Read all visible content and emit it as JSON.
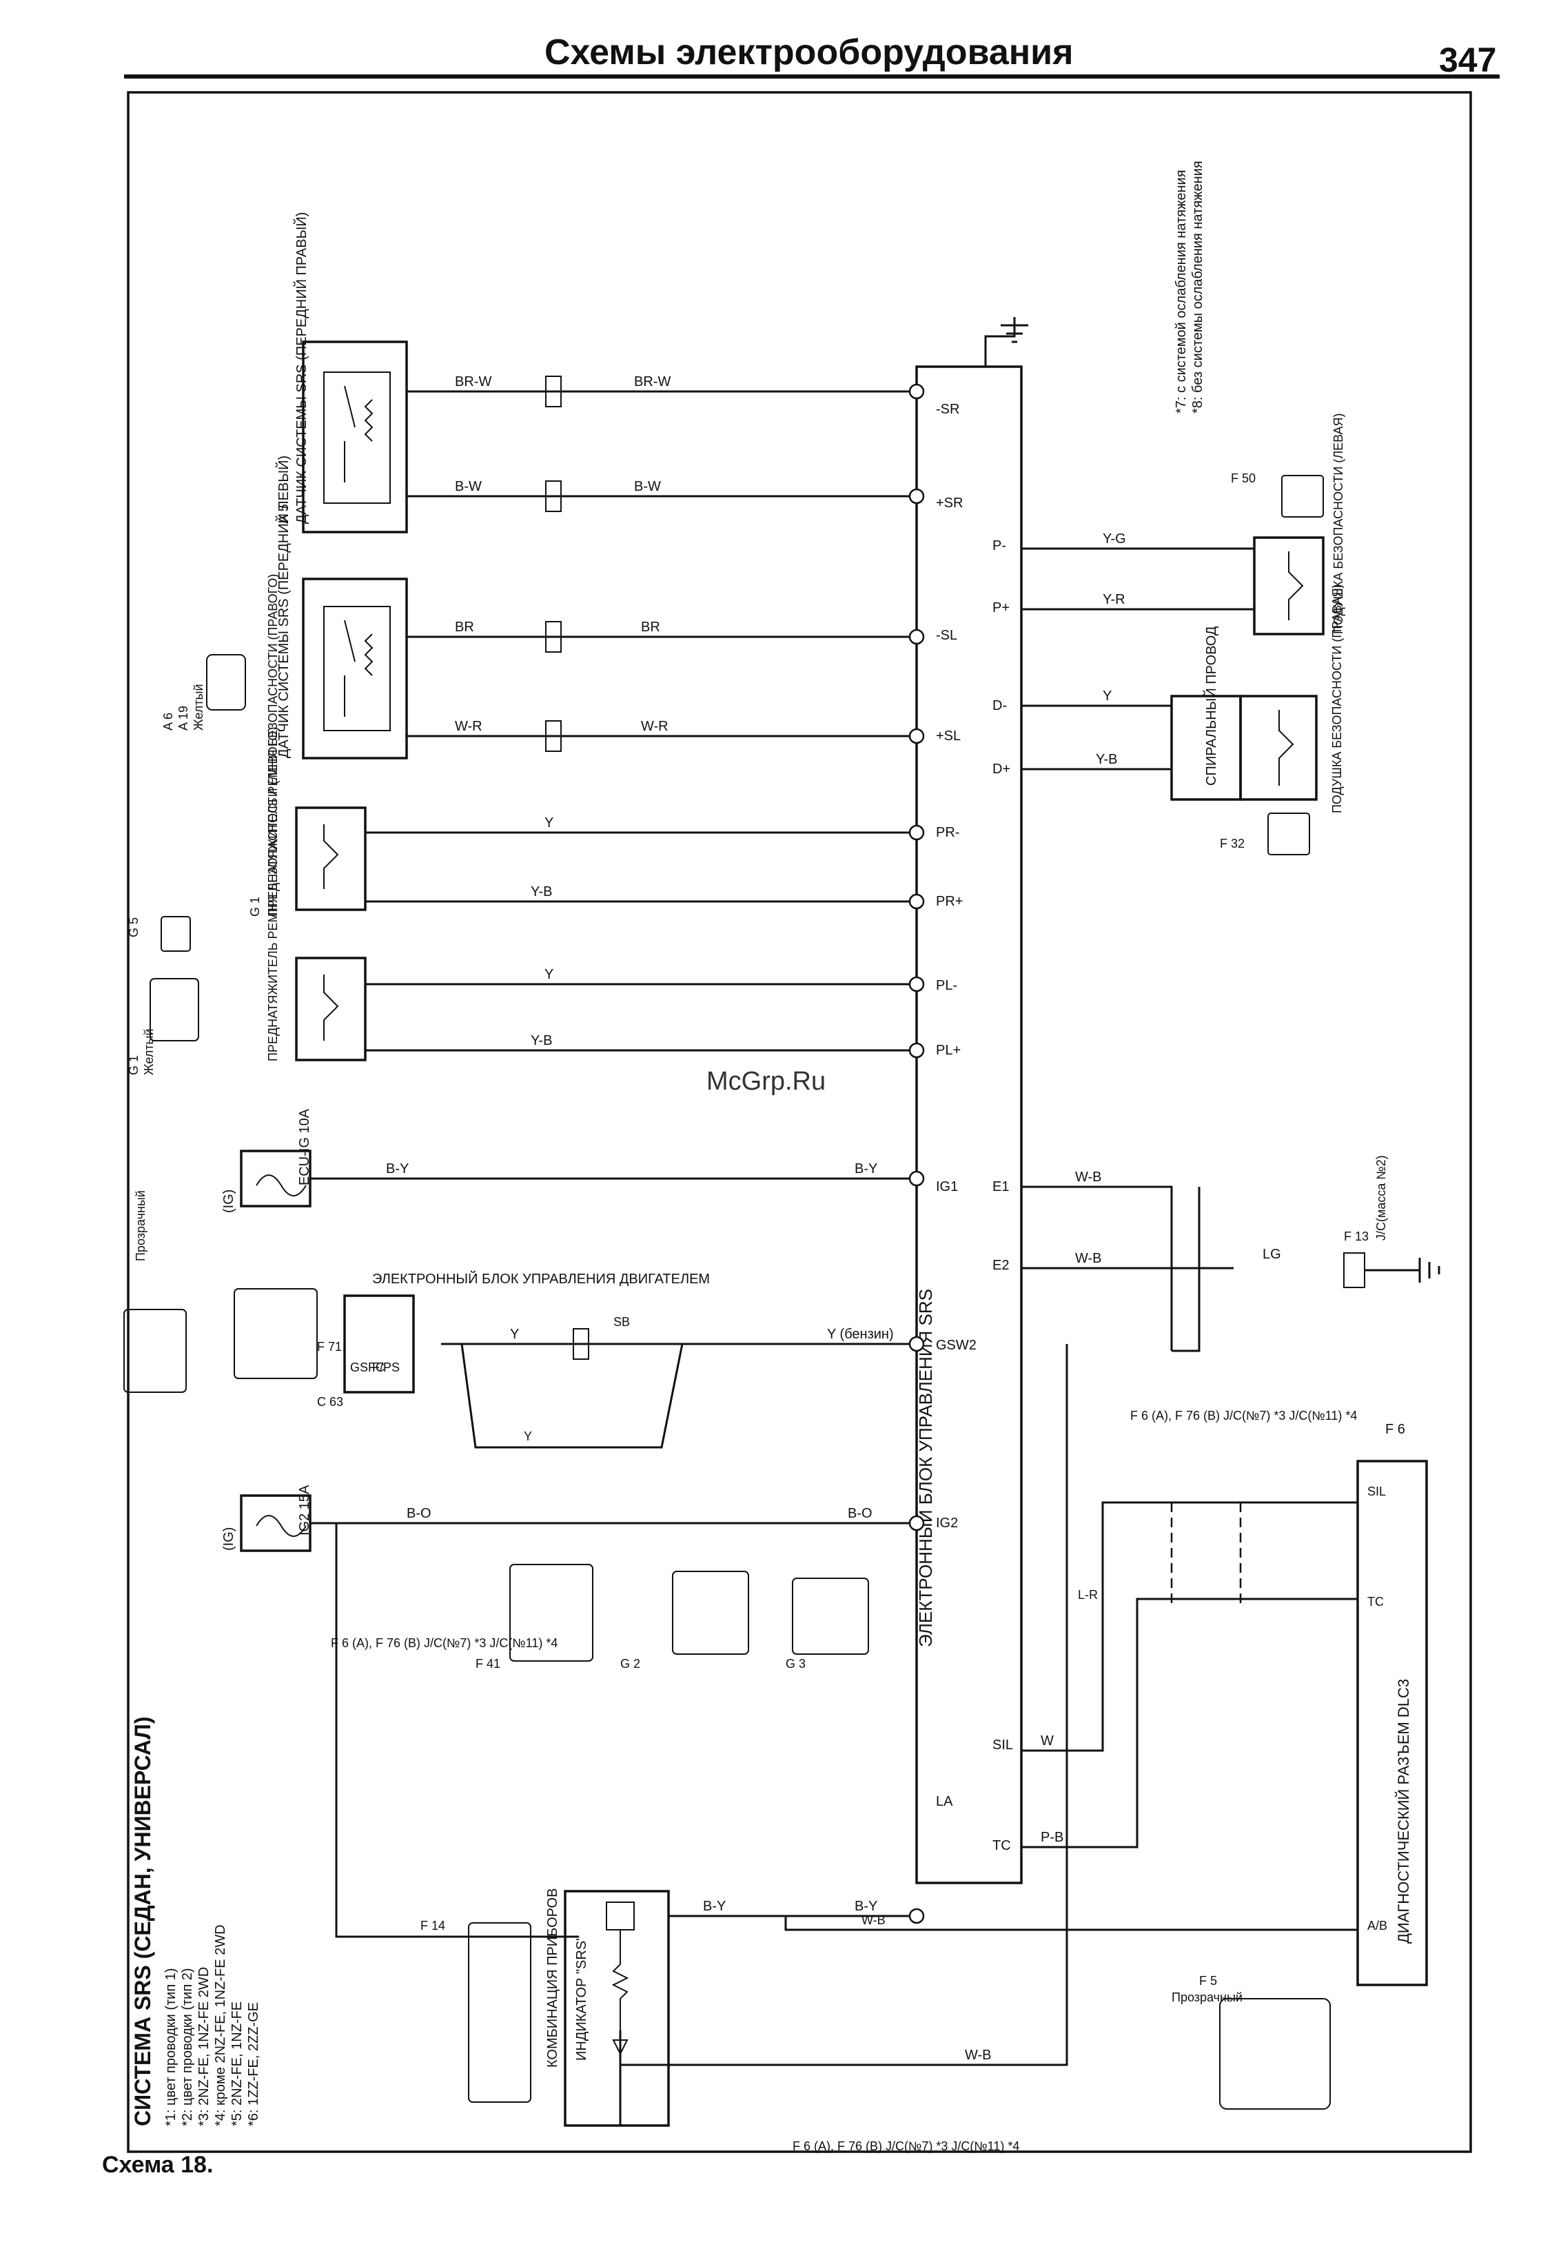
{
  "header": {
    "title": "Схемы электрооборудования",
    "page_number": "347"
  },
  "footer": {
    "caption": "Схема 18."
  },
  "watermark": "McGrp.Ru",
  "diagram": {
    "title": "СИСТЕМА SRS (СЕДАН, УНИВЕРСАЛ)",
    "notes": [
      "*1: цвет проводки (тип 1)",
      "*2: цвет проводки (тип 2)",
      "*3: 2NZ-FE, 1NZ-FE 2WD",
      "*4: кроме 2NZ-FE, 1NZ-FE 2WD",
      "*5: 2NZ-FE, 1NZ-FE",
      "*6: 1ZZ-FE, 2ZZ-GE"
    ],
    "notes_top": [
      "*7: с системой ослабления натяжения",
      "*8: без системы ослабления натяжения"
    ],
    "components": {
      "srs_ecu": "ЭЛЕКТРОННЫЙ БЛОК УПРАВЛЕНИЯ SRS",
      "dlc3": "ДИАГНОСТИЧЕСКИЙ РАЗЪЕМ DLC3",
      "dlc3_id": "F 6",
      "engine_ecu": "ЭЛЕКТРОННЫЙ БЛОК УПРАВЛЕНИЯ ДВИГАТЕЛЕМ",
      "cluster": "КОМБИНАЦИЯ ПРИБОРОВ",
      "srs_indicator": "ИНДИКАТОР \"SRS\"",
      "sensor_right": "ДАТЧИК СИСТЕМЫ SRS (ПЕРЕДНИЙ ПРАВЫЙ)",
      "sensor_right_id": "A 5",
      "sensor_left": "ДАТЧИК СИСТЕМЫ SRS (ПЕРЕДНИЙ ЛЕВЫЙ)",
      "sensor_left_id": "A 6",
      "pretensioner_right": "ПРЕДНАТЯЖИТЕЛЬ РЕМНЯ БЕЗОПАСНОСТИ (ПРАВОГО)",
      "pretensioner_right_id": "G 1",
      "pretensioner_left": "ПРЕДНАТЯЖИТЕЛЬ РЕМНЯ БЕЗОПАСНОСТИ (ЛЕВОГО)",
      "pretensioner_left_id": "G 1",
      "airbag_left": "ПОДУШКА БЕЗОПАСНОСТИ (ЛЕВАЯ)",
      "airbag_right": "ПОДУШКА БЕЗОПАСНОСТИ (ПРАВАЯ)",
      "spiral_cable": "СПИРАЛЬНЫЙ ПРОВОД",
      "fuse_ig2": "IG2 15A",
      "fuse_ecu_ig": "ECU-IG 10A",
      "fuse_ig_label": "(IG)",
      "jc_ground": "J/C(масса №2)",
      "jc_ground_id": "F 13"
    },
    "connector_tags": {
      "yellow": "Желтый",
      "clear": "Прозрачный",
      "f41": "F 41",
      "f71": "F 71",
      "c63": "C 63",
      "f14": "F 14",
      "f5": "F 5",
      "f50": "F 50",
      "f32": "F 32",
      "a19": "A 19",
      "g5": "G 5",
      "g2": "G 2",
      "g3": "G 3",
      "jc7_11": "F 6 (A), F 76 (B)  J/C(№7) *3  J/C(№11) *4"
    },
    "wire_colors": {
      "br_w": "BR-W",
      "b_w": "B-W",
      "br": "BR",
      "w_r": "W-R",
      "y": "Y",
      "y_b": "Y-B",
      "y_g": "Y-G",
      "y_r": "Y-R",
      "b_y": "B-Y",
      "b_o": "B-O",
      "w_b": "W-B",
      "lg": "LG",
      "w": "W",
      "p_b": "P-B",
      "l_r": "L-R",
      "sb": "SB",
      "y_petrol": "Y (бензин)"
    },
    "ecu_pins": {
      "minus_sr": "-SR",
      "plus_sr": "+SR",
      "minus_sl": "-SL",
      "plus_sl": "+SL",
      "pr_minus": "PR-",
      "pr_plus": "PR+",
      "pl_minus": "PL-",
      "pl_plus": "PL+",
      "ig1": "IG1",
      "gsw2": "GSW2",
      "ig2": "IG2",
      "la": "LA",
      "sil": "SIL",
      "tc": "TC",
      "e1": "E1",
      "e2": "E2",
      "p_minus": "P-",
      "p_plus": "P+",
      "d_minus": "D-",
      "d_plus": "D+",
      "gsfc": "GSFC",
      "f_ps": "F/PS",
      "ab": "A/B"
    }
  }
}
